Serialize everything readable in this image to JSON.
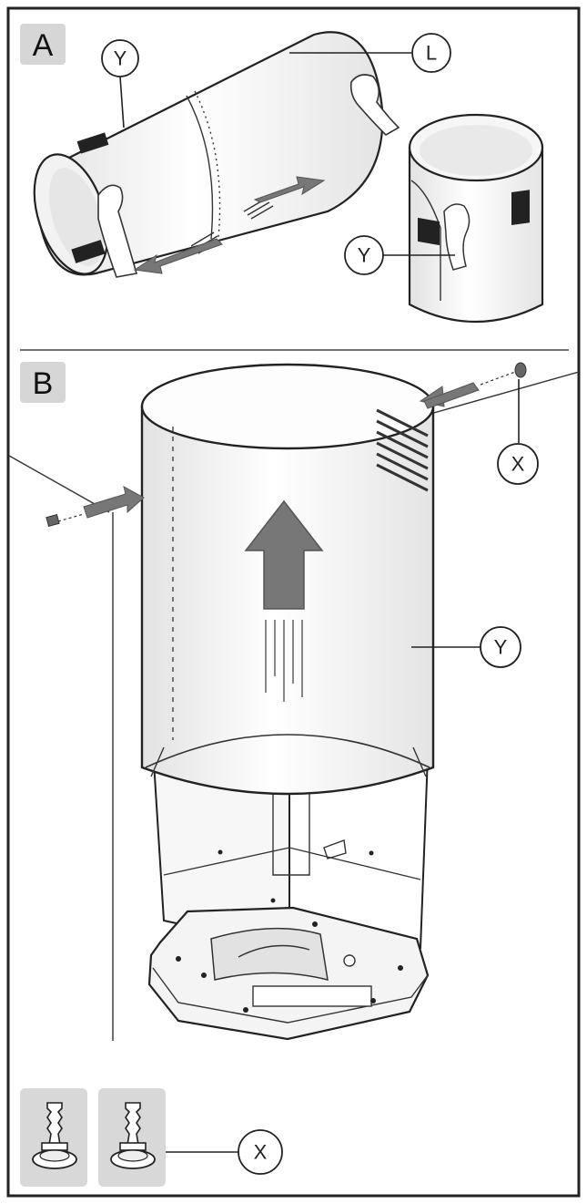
{
  "panels": [
    {
      "tag": "A"
    },
    {
      "tag": "B"
    }
  ],
  "callouts": {
    "panel_a_y_top": "Y",
    "panel_a_l": "L",
    "panel_a_y_inner": "Y",
    "panel_b_x_top": "X",
    "panel_b_y": "Y",
    "screws_x": "X"
  },
  "colors": {
    "panel_tag_bg": "#d6d6d6",
    "arrow_fill": "#777777",
    "frame": "#222222"
  },
  "icons": {
    "screw": "screw-icon",
    "arrow": "arrow-icon"
  }
}
